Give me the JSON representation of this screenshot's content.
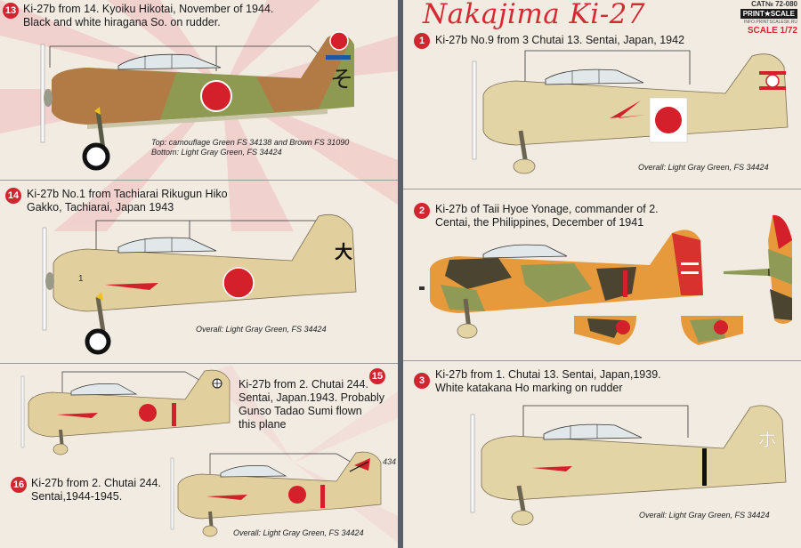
{
  "header": {
    "title": "Nakajima Ki-27",
    "catalog": "CAT№ 72-080",
    "brand": "PRINT★SCALE",
    "url": "INFO.PRINTSCALESK.RU",
    "scale": "SCALE 1/72"
  },
  "page_number": "434",
  "profiles": [
    {
      "num": "13",
      "caption": [
        "Ki-27b from 14. Kyoiku Hikotai, November of 1944.",
        "Black and white hiragana So. on rudder."
      ],
      "note": [
        "Top: camouflage Green FS 34138 and Brown FS 31090",
        "Bottom: Light Gray Green, FS 34424"
      ]
    },
    {
      "num": "14",
      "caption": [
        "Ki-27b No.1 from Tachiarai Rikugun Hiko",
        "Gakko, Tachiarai, Japan 1943"
      ],
      "note": [
        "Overall: Light Gray Green, FS 34424"
      ]
    },
    {
      "num": "15",
      "caption": [
        "Ki-27b from 2. Chutai 244.",
        "Sentai, Japan.1943. Probably",
        "Gunso Tadao Sumi flown",
        "this plane"
      ]
    },
    {
      "num": "16",
      "caption": [
        "Ki-27b from 2. Chutai 244.",
        "Sentai,1944-1945."
      ],
      "note": [
        "Overall: Light Gray Green, FS 34424"
      ]
    },
    {
      "num": "1",
      "caption": [
        "Ki-27b No.9 from 3 Chutai 13. Sentai, Japan, 1942"
      ],
      "note": [
        "Overall: Light Gray Green, FS 34424"
      ]
    },
    {
      "num": "2",
      "caption": [
        "Ki-27b of Taii Hyoe Yonage, commander of 2.",
        "Centai, the Philippines, December of 1941"
      ]
    },
    {
      "num": "3",
      "caption": [
        "Ki-27b from 1. Chutai 13. Sentai, Japan,1939.",
        "White katakana Ho marking on rudder"
      ],
      "note": [
        "Overall: Light Gray Green, FS 34424"
      ]
    }
  ],
  "markings": {
    "p14_tail": "大",
    "p13_tail": "そ",
    "p3_tail": "ホ",
    "p14_nose": "1"
  },
  "colors": {
    "red": "#d0262f",
    "hinomaru": "#d4202a",
    "sand": "#e1cf9e",
    "green": "#8f9a56",
    "brown": "#b07a45",
    "orange": "#e69a3c",
    "dark": "#4a4430"
  }
}
